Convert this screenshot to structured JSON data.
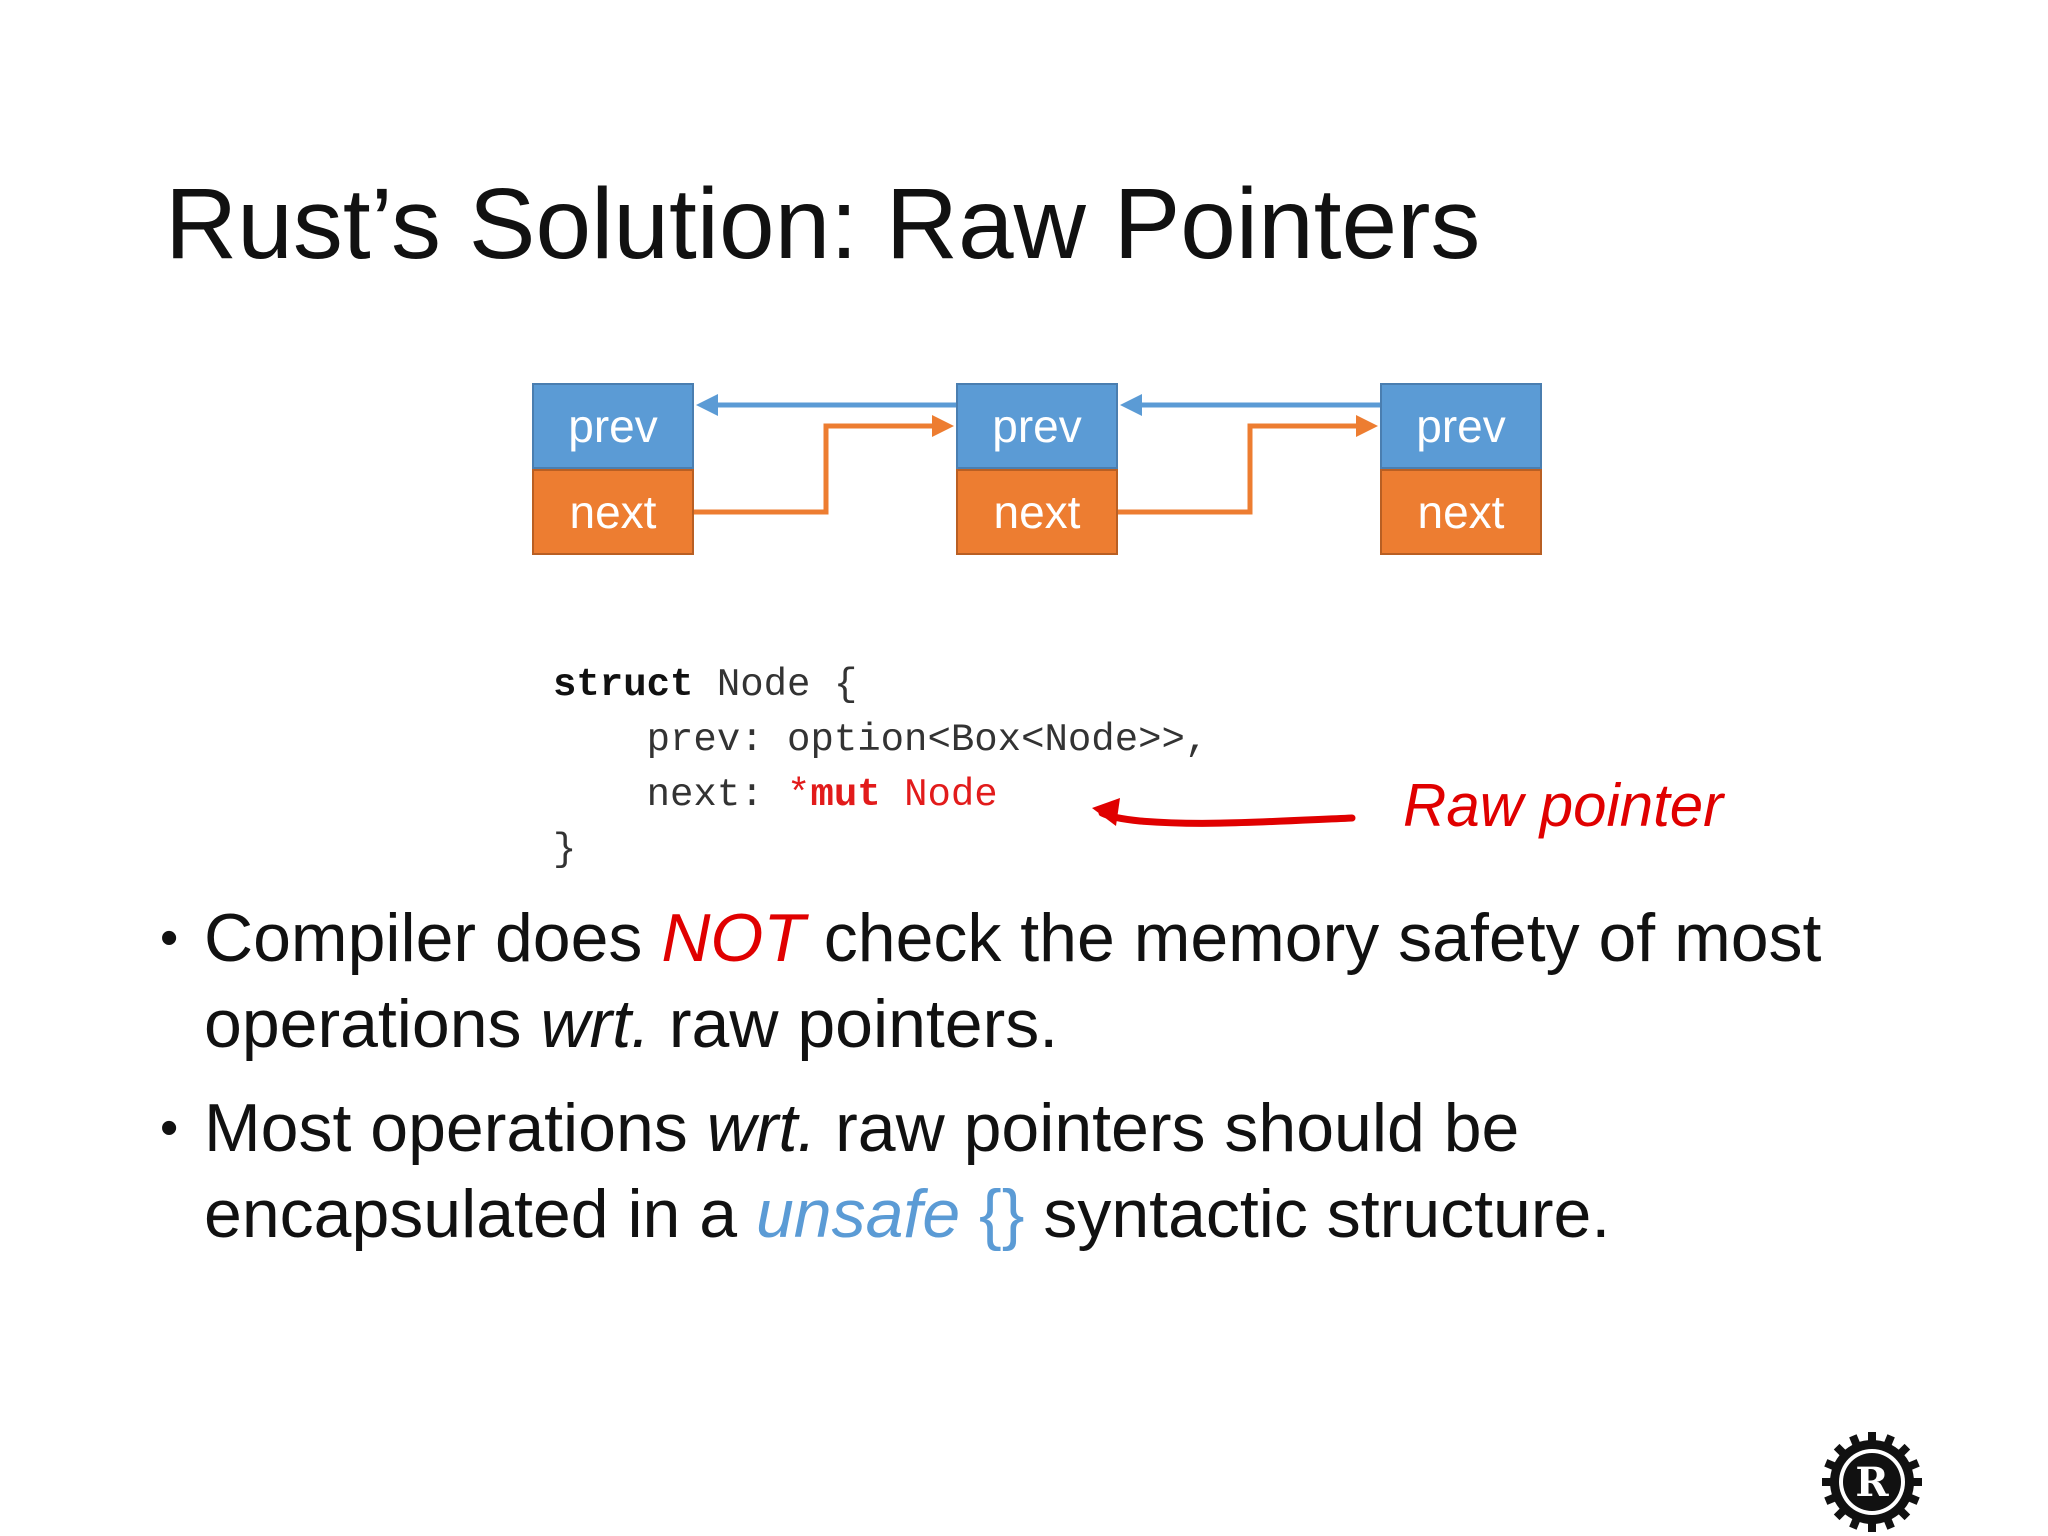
{
  "title": "Rust’s Solution: Raw Pointers",
  "diagram": {
    "nodes": [
      {
        "prev_label": "prev",
        "next_label": "next"
      },
      {
        "prev_label": "prev",
        "next_label": "next"
      },
      {
        "prev_label": "prev",
        "next_label": "next"
      }
    ],
    "colors": {
      "prev": "#5b9bd5",
      "next": "#ed7d31"
    }
  },
  "code": {
    "line1_kw": "struct",
    "line1_rest": " Node {",
    "line2": "    prev: option<Box<Node>>,",
    "line3_prefix": "    next: ",
    "line3_star": "*",
    "line3_mut": "mut",
    "line3_type": " Node",
    "line4": "}"
  },
  "annotation": {
    "text": "Raw pointer",
    "color": "#e00000"
  },
  "bullets": {
    "b1_pre": "Compiler does ",
    "b1_not": "NOT",
    "b1_mid": " check the memory safety of most operations ",
    "b1_wrt": "wrt.",
    "b1_post": " raw pointers.",
    "b2_pre": "Most operations ",
    "b2_wrt": "wrt.",
    "b2_mid": " raw pointers should be encapsulated in a ",
    "b2_unsafe": "unsafe",
    "b2_braces": "{}",
    "b2_post": " syntactic structure."
  },
  "logo": {
    "icon": "rust-logo-icon",
    "letter": "R"
  }
}
